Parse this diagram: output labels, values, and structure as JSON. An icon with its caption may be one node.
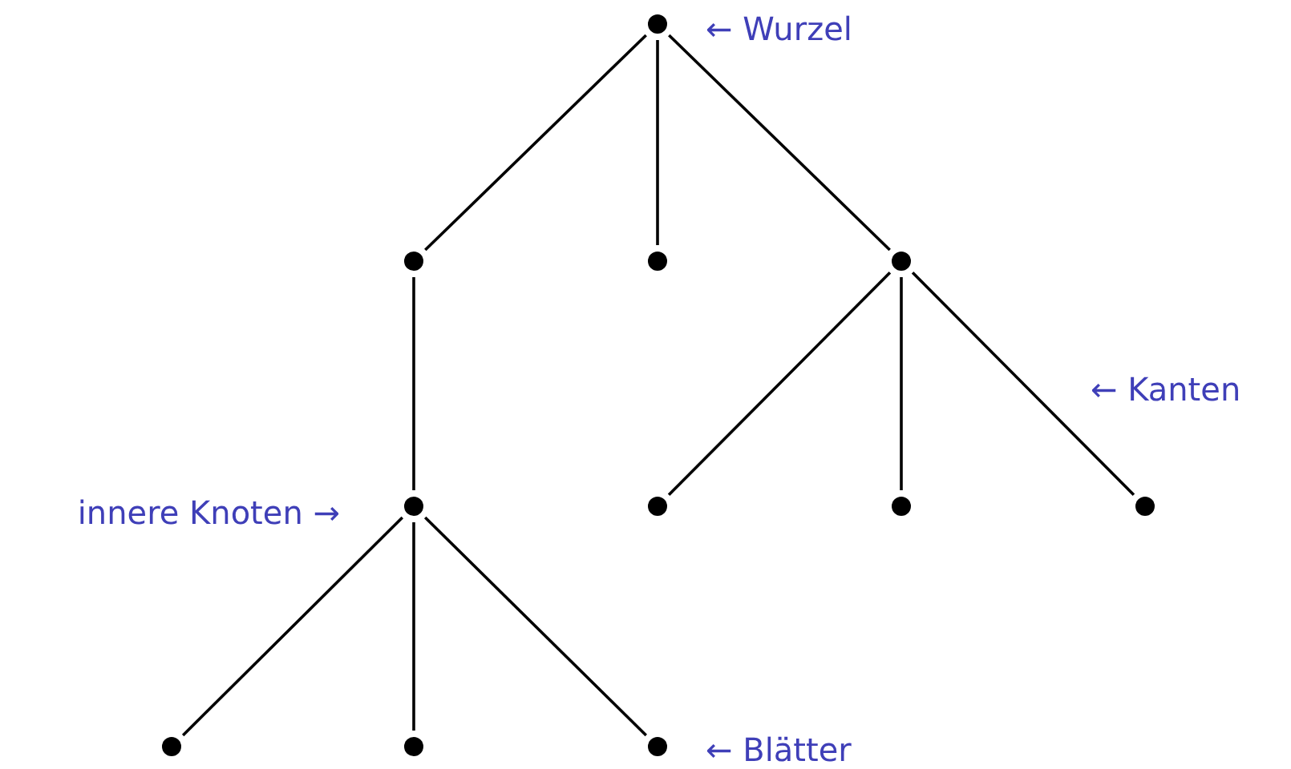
{
  "diagram": {
    "nodes": [
      {
        "text": [],
        "shape": "circle"
      },
      {
        "text": [],
        "shape": "circle"
      },
      {
        "text": [],
        "shape": "circle"
      },
      {
        "text": [],
        "shape": "circle"
      },
      {
        "text": [],
        "shape": "circle"
      },
      {
        "text": [],
        "shape": "circle"
      },
      {
        "text": [],
        "shape": "circle"
      },
      {
        "text": [],
        "shape": "circle"
      },
      {
        "text": [],
        "shape": "circle"
      },
      {
        "text": [],
        "shape": "circle"
      },
      {
        "text": [],
        "shape": "circle"
      }
    ],
    "edges": [
      {
        "from": 0,
        "to": 1,
        "arrow": "none"
      },
      {
        "from": 0,
        "to": 2,
        "arrow": "none"
      },
      {
        "from": 0,
        "to": 3,
        "arrow": "none"
      },
      {
        "from": 1,
        "to": 4,
        "arrow": "none"
      },
      {
        "from": 3,
        "to": 5,
        "arrow": "none"
      },
      {
        "from": 3,
        "to": 6,
        "arrow": "none"
      },
      {
        "from": 3,
        "to": 7,
        "arrow": "none"
      },
      {
        "from": 4,
        "to": 8,
        "arrow": "none"
      },
      {
        "from": 4,
        "to": 9,
        "arrow": "none"
      },
      {
        "from": 4,
        "to": 10,
        "arrow": "none"
      }
    ],
    "labels": [
      "← Wurzel",
      "← Kanten",
      "innere Knoten →",
      "← Blätter"
    ]
  }
}
